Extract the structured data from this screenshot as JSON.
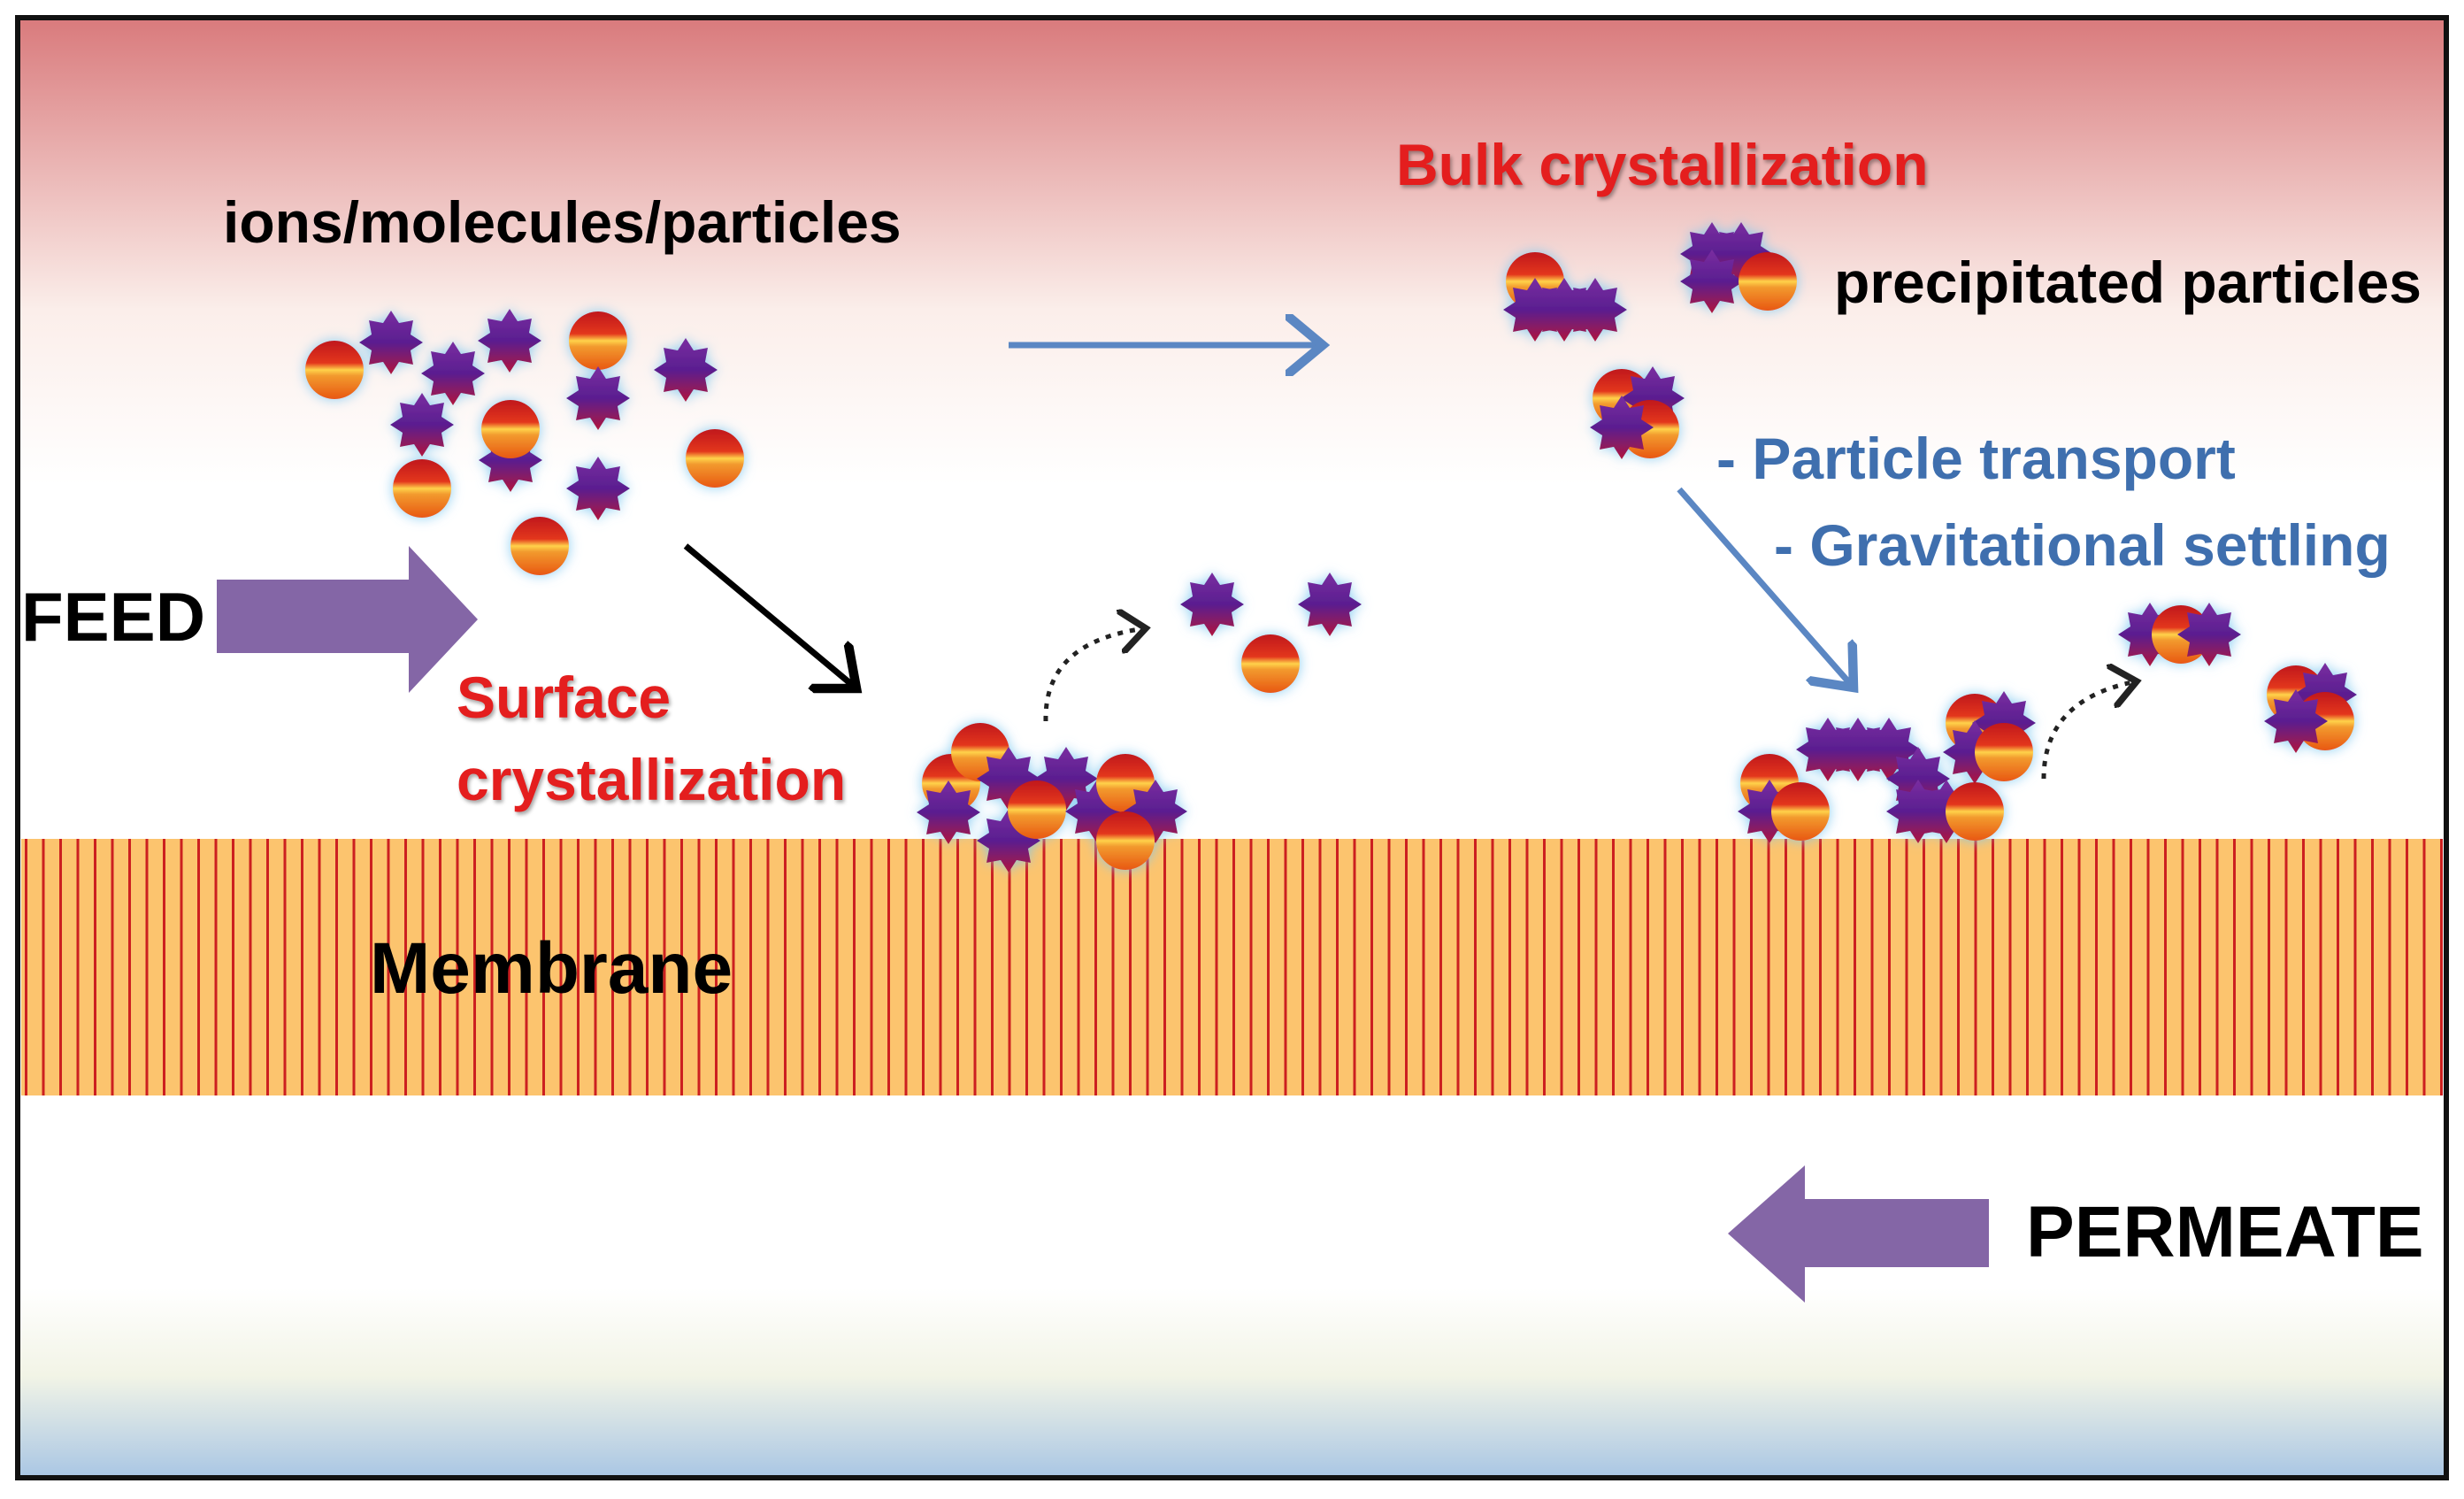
{
  "labels": {
    "ions": "ions/molecules/particles",
    "bulk": "Bulk crystallization",
    "precipitated": "precipitated particles",
    "transport": "- Particle transport",
    "settling": "- Gravitational settling",
    "feed": "FEED",
    "surface_line1": "Surface",
    "surface_line2": "crystallization",
    "membrane": "Membrane",
    "permeate": "PERMEATE"
  },
  "colors": {
    "title_red": "#e41e1e",
    "text_blue": "#3f6fae",
    "flow_arrow": "#8466a6",
    "membrane_fill": "#fcc46e",
    "membrane_lines": "#cc2020",
    "top_gradient": "#d97a7c",
    "bottom_gradient": "#a9c6e4"
  },
  "icons": {
    "particle_sphere": "gradient-sphere-icon",
    "particle_star": "purple-star-icon"
  }
}
